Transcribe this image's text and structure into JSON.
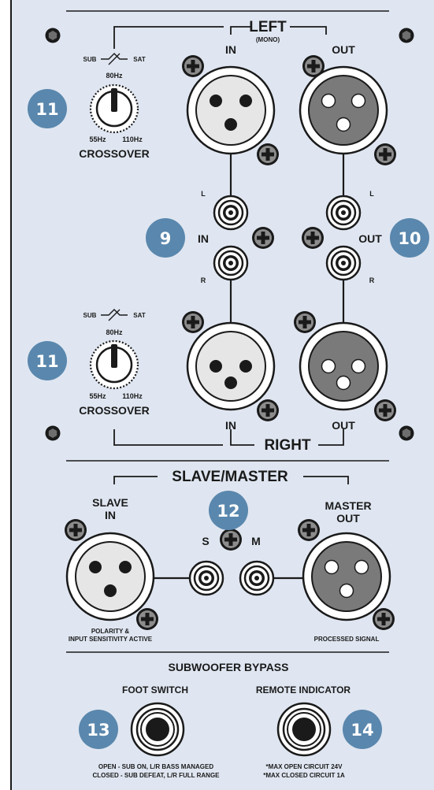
{
  "colors": {
    "panel": "#dfe6f1",
    "badge": "#5a87ad",
    "line": "#1a1a1a",
    "xlr_in_face": "#e6e6e6",
    "xlr_out_face": "#7a7a7a"
  },
  "left_section": {
    "header": "LEFT",
    "subheader": "(MONO)",
    "in_label": "IN",
    "out_label": "OUT",
    "rca_l": "L",
    "rca_r": "R"
  },
  "right_section": {
    "header": "RIGHT",
    "in_label": "IN",
    "out_label": "OUT"
  },
  "crossover_top": {
    "sub": "SUB",
    "sat": "SAT",
    "freq_center": "80Hz",
    "freq_min": "55Hz",
    "freq_max": "110Hz",
    "title": "CROSSOVER"
  },
  "crossover_bottom": {
    "sub": "SUB",
    "sat": "SAT",
    "freq_center": "80Hz",
    "freq_min": "55Hz",
    "freq_max": "110Hz",
    "title": "CROSSOVER"
  },
  "rca_in_label": "IN",
  "rca_out_label": "OUT",
  "slave_master": {
    "header": "SLAVE/MASTER",
    "slave_label_1": "SLAVE",
    "slave_label_2": "IN",
    "master_label_1": "MASTER",
    "master_label_2": "OUT",
    "switch_s": "S",
    "switch_m": "M",
    "polarity_1": "POLARITY &",
    "polarity_2": "INPUT SENSITIVITY ACTIVE",
    "processed": "PROCESSED SIGNAL"
  },
  "subwoofer_bypass": {
    "title": "SUBWOOFER BYPASS",
    "foot_switch": "FOOT SWITCH",
    "remote_indicator": "REMOTE INDICATOR",
    "foot_note_1": "OPEN - SUB ON, L/R BASS MANAGED",
    "foot_note_2": "CLOSED - SUB DEFEAT, L/R FULL RANGE",
    "remote_note_1": "*MAX OPEN CIRCUIT 24V",
    "remote_note_2": "*MAX CLOSED CIRCUIT 1A"
  },
  "badges": {
    "b9": "9",
    "b10": "10",
    "b11_top": "11",
    "b11_bottom": "11",
    "b12": "12",
    "b13": "13",
    "b14": "14"
  }
}
